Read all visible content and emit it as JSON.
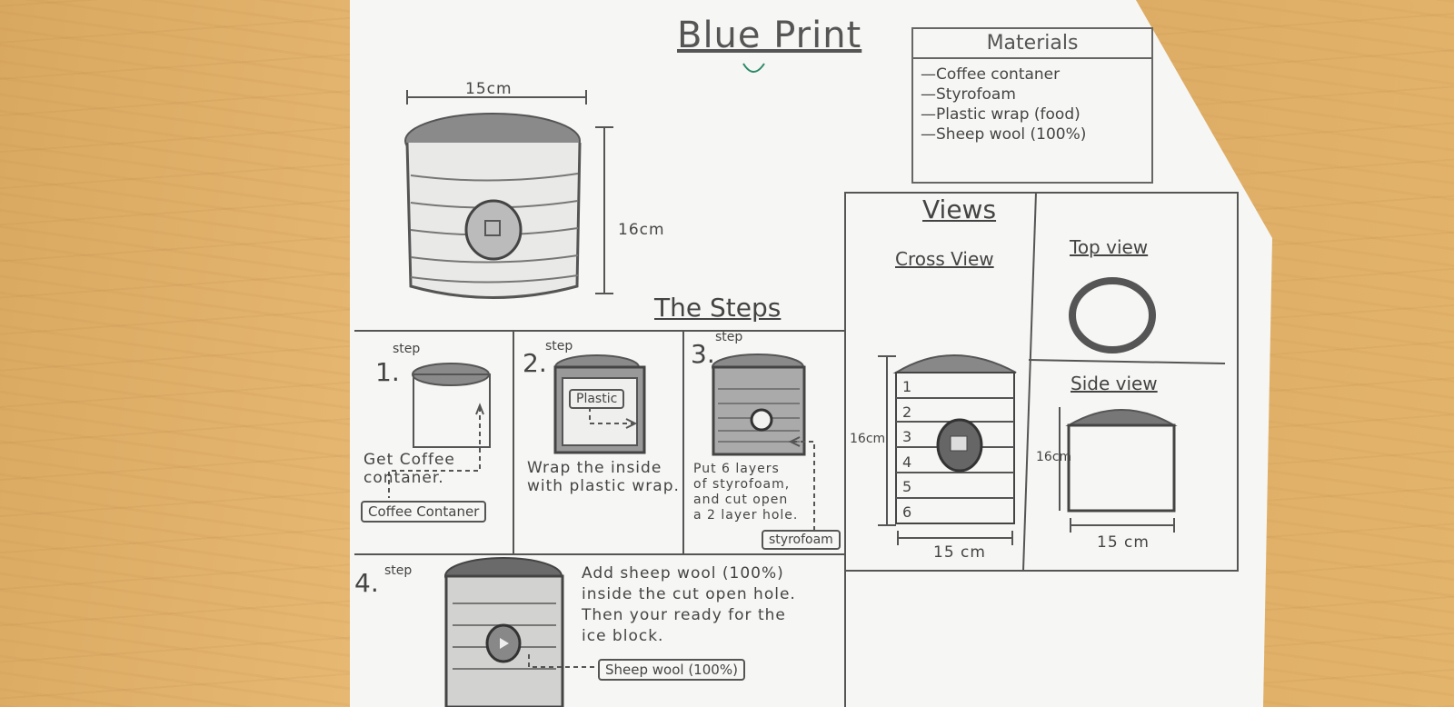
{
  "blueprint": {
    "title": "Blue Print",
    "main_drawing": {
      "width_label": "15cm",
      "height_label": "16cm"
    },
    "materials": {
      "heading": "Materials",
      "items": [
        "—Coffee contaner",
        "—Styrofoam",
        "—Plastic wrap (food)",
        "—Sheep wool (100%)"
      ]
    },
    "steps_heading": "The Steps",
    "steps": [
      {
        "number": "1.",
        "word": "step",
        "text": "Get Coffee\ncontaner.",
        "tag": "Coffee Contaner"
      },
      {
        "number": "2.",
        "word": "step",
        "text": "Wrap the inside\nwith plastic wrap.",
        "tag": "Plastic"
      },
      {
        "number": "3.",
        "word": "step",
        "text": "Put 6 layers\nof styrofoam,\nand cut open\na 2 layer hole.",
        "tag": "styrofoam"
      },
      {
        "number": "4.",
        "word": "step",
        "text": "Add sheep wool (100%)\ninside the cut open hole.\nThen your ready for the\nice block.",
        "tag": "Sheep wool (100%)"
      }
    ],
    "views": {
      "heading": "Views",
      "cross": {
        "label": "Cross View",
        "layers": [
          "1",
          "2",
          "3",
          "4",
          "5",
          "6"
        ],
        "height_label": "16cm",
        "width_label": "15 cm"
      },
      "top": {
        "label": "Top view"
      },
      "side": {
        "label": "Side view",
        "height_label": "16cm",
        "width_label": "15 cm"
      }
    }
  }
}
